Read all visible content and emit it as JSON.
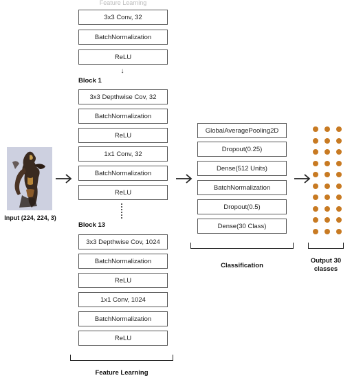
{
  "input": {
    "label": "Input (224, 224, 3)"
  },
  "feature_learning": {
    "faded_title": "Feature Learning",
    "stem": [
      "3x3 Conv, 32",
      "BatchNormalization",
      "ReLU"
    ],
    "block1_label": "Block 1",
    "block1": [
      "3x3 Depthwise Cov, 32",
      "BatchNormalization",
      "ReLU",
      "1x1 Conv, 32",
      "BatchNormalization",
      "ReLU"
    ],
    "block13_label": "Block 13",
    "block13": [
      "3x3 Depthwise Cov, 1024",
      "BatchNormalization",
      "ReLU",
      "1x1 Conv, 1024",
      "BatchNormalization",
      "ReLU"
    ],
    "label": "Feature Learning"
  },
  "classification": {
    "layers": [
      "GlobalAveragePooling2D",
      "Dropout(0.25)",
      "Dense(512 Units)",
      "BatchNormalization",
      "Dropout(0.5)",
      "Dense(30 Class)"
    ],
    "label": "Classification"
  },
  "output": {
    "label_line1": "Output 30",
    "label_line2": "classes",
    "rows": 10,
    "cols": 3,
    "dot_color": "#c87a22"
  }
}
